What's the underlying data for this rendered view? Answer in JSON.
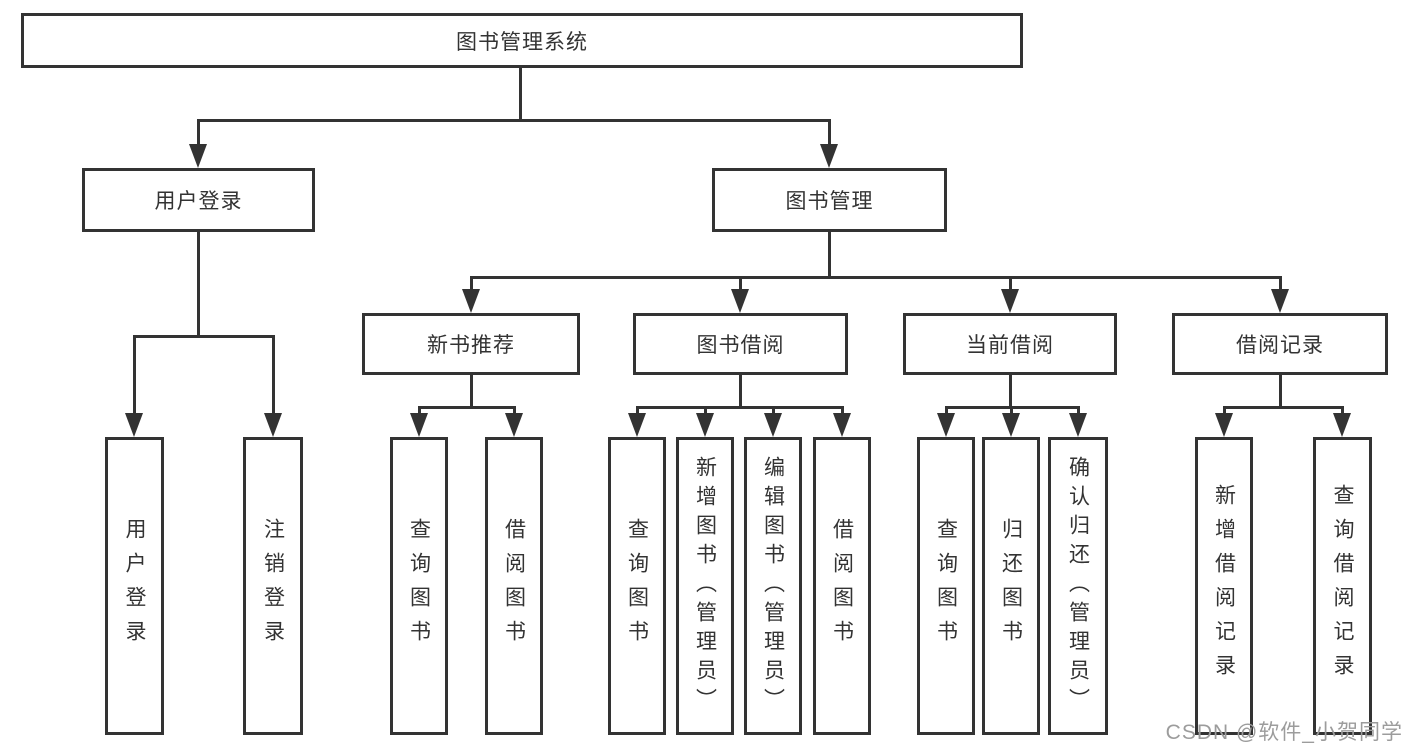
{
  "colors": {
    "line": "#333333",
    "box_background": "#ffffff",
    "text": "#333333",
    "watermark": "#9c9c9c"
  },
  "diagram": {
    "root_label": "图书管理系统",
    "user_login": {
      "label": "用户登录"
    },
    "book_mgmt": {
      "label": "图书管理"
    },
    "new_book_rec": {
      "label": "新书推荐"
    },
    "book_borrow": {
      "label": "图书借阅"
    },
    "current_borrow": {
      "label": "当前借阅"
    },
    "borrow_record": {
      "label": "借阅记录"
    },
    "leaves": {
      "user_login": "用户登录",
      "logout": "注销登录",
      "rec_query_books": "查询图书",
      "rec_borrow_books": "借阅图书",
      "bb_query_books": "查询图书",
      "bb_add_books": "新增图书（管理员）",
      "bb_edit_books": "编辑图书（管理员）",
      "bb_borrow_books": "借阅图书",
      "cb_query_books": "查询图书",
      "cb_return_books": "归还图书",
      "cb_confirm_return": "确认归还（管理员）",
      "br_add_record": "新增借阅记录",
      "br_query_record": "查询借阅记录"
    }
  },
  "watermark": {
    "text": "CSDN @软件_小贺同学"
  }
}
